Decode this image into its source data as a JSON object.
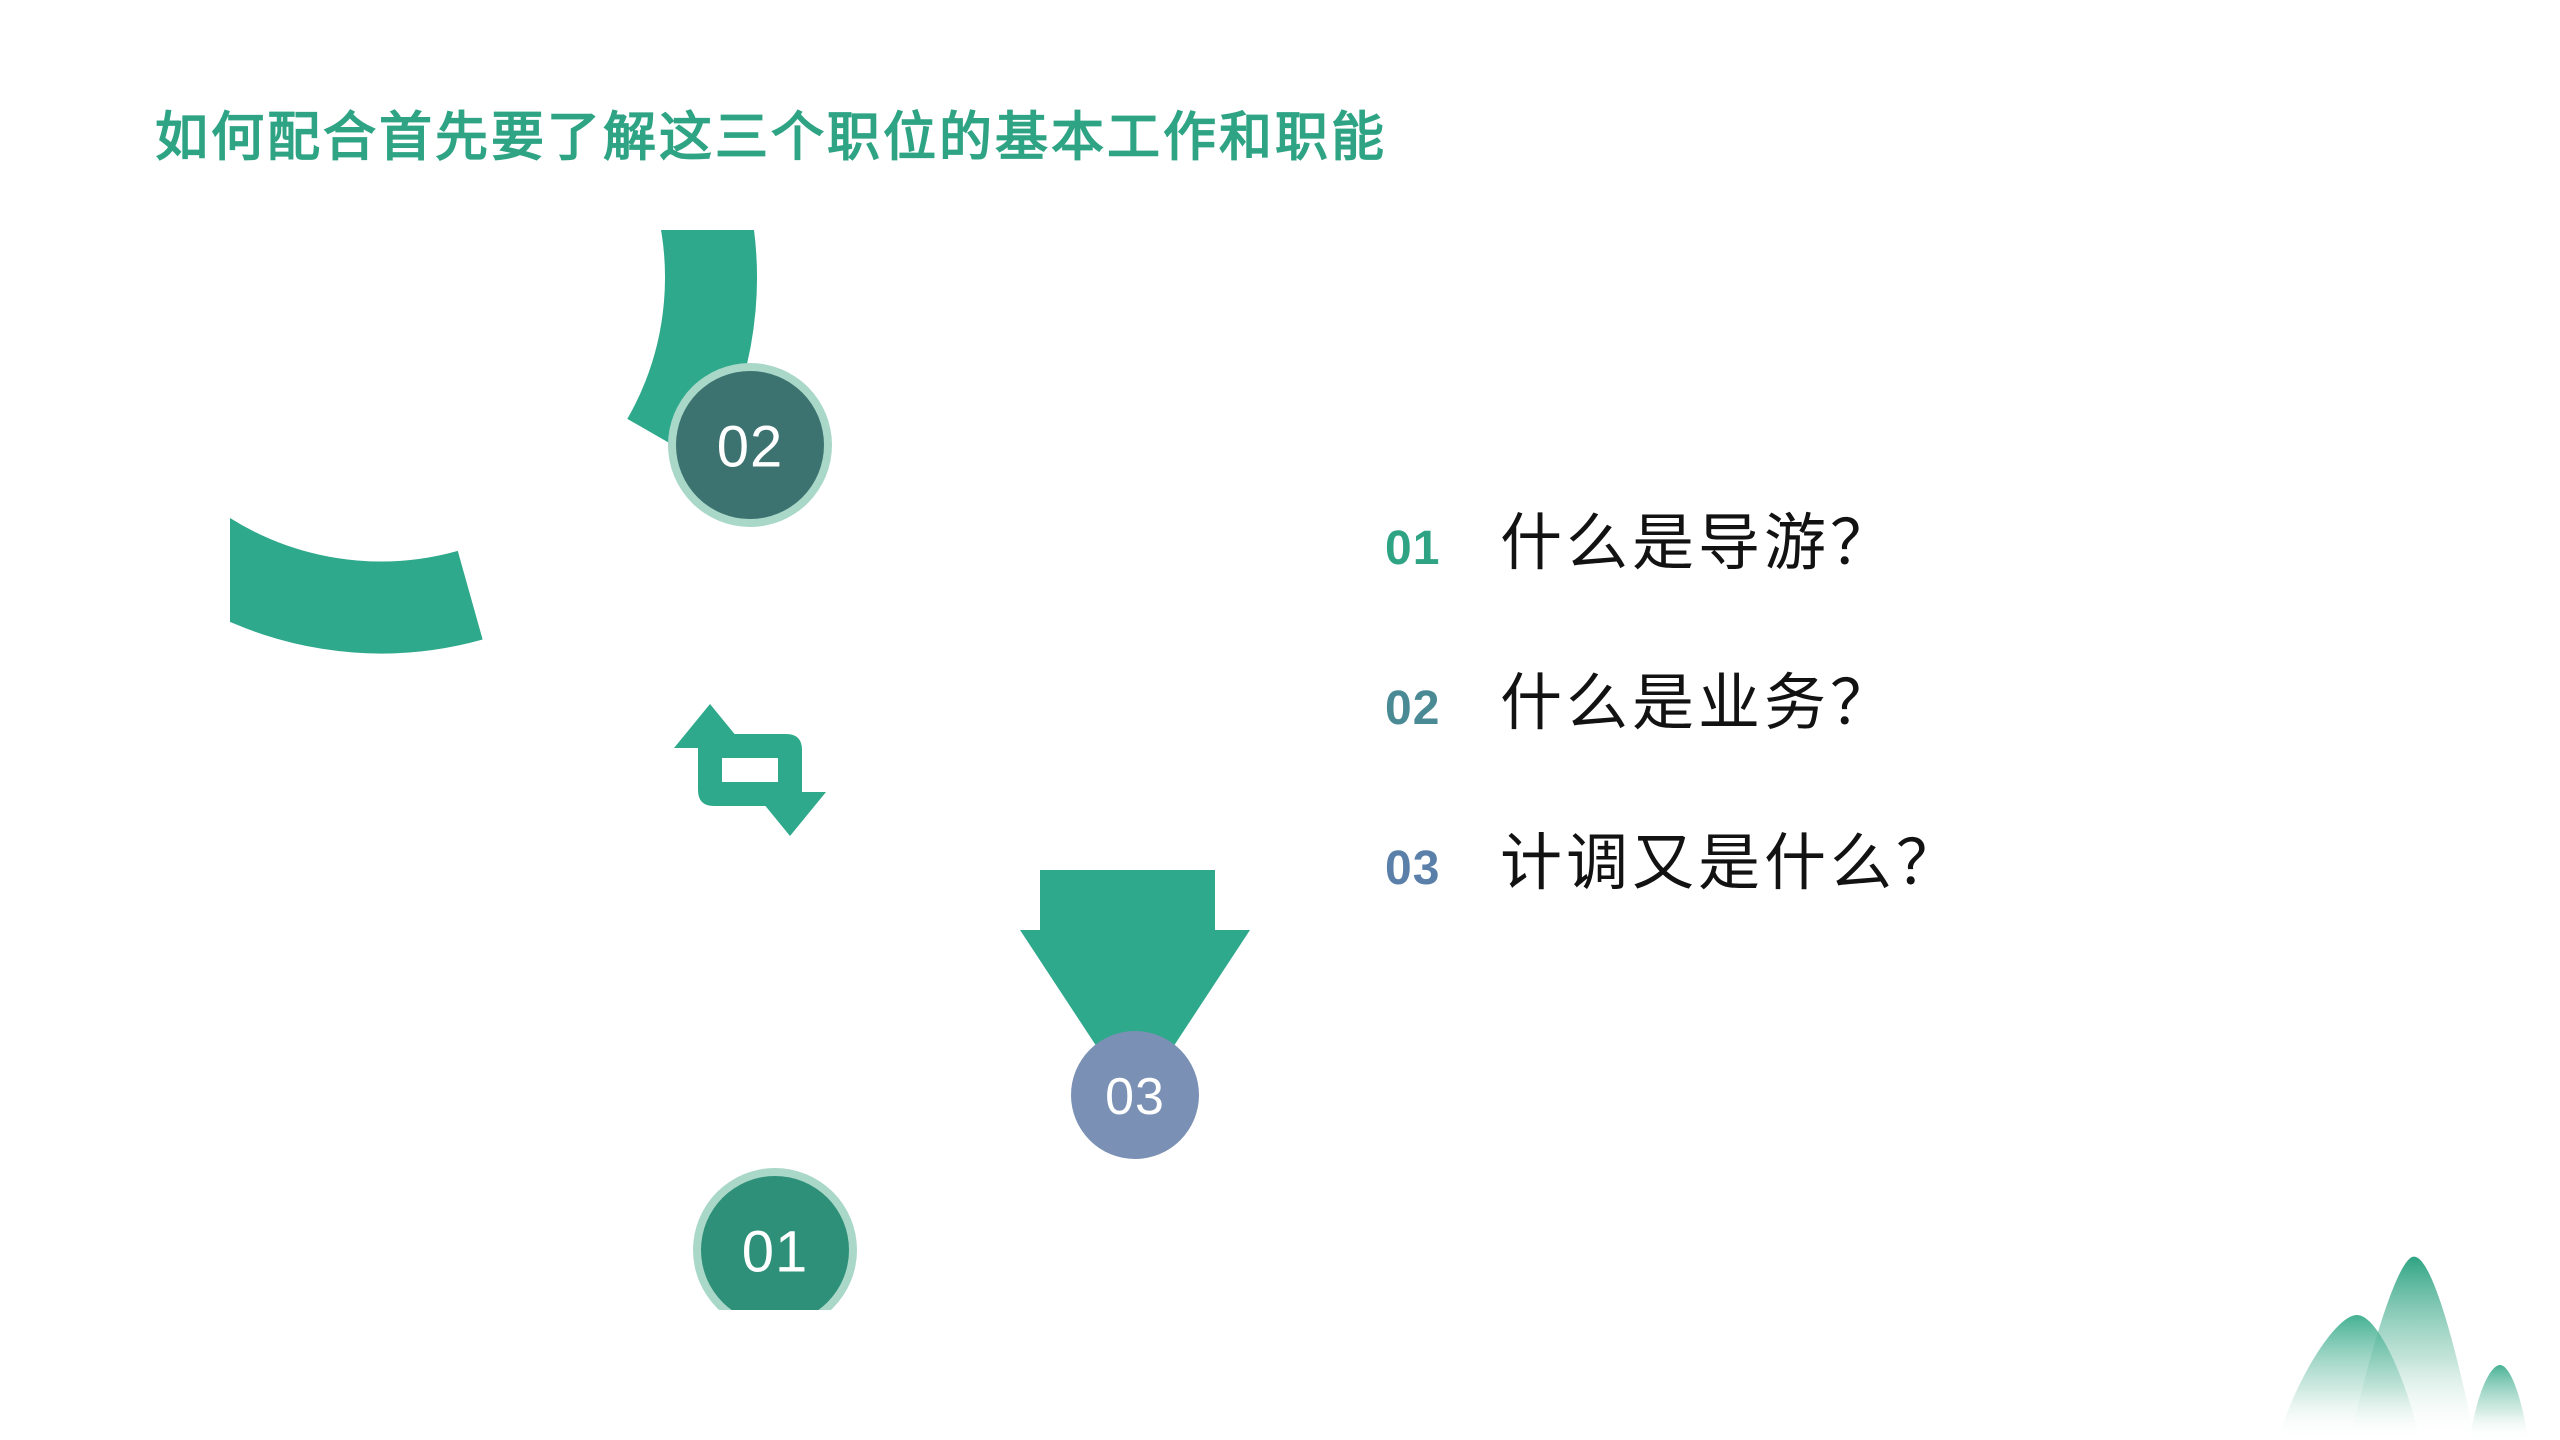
{
  "slide": {
    "title": "如何配合首先要了解这三个职位的基本工作和职能",
    "title_color": "#2FA484",
    "background": "#ffffff"
  },
  "diagram": {
    "type": "cycle-arrow",
    "ring_color": "#2FA98C",
    "center_icon": "repeat-icon",
    "center_icon_color": "#2FA98C",
    "nodes": [
      {
        "label": "01",
        "position": "bottom",
        "fill": "#2E9079",
        "ring": "#A9D7C8",
        "text_color": "#ffffff"
      },
      {
        "label": "02",
        "position": "top",
        "fill": "#3C7370",
        "ring": "#A9D7C8",
        "text_color": "#ffffff"
      },
      {
        "label": "03",
        "position": "right-lower",
        "fill": "#7A90B4",
        "ring": "none",
        "text_color": "#ffffff"
      }
    ]
  },
  "list": {
    "items": [
      {
        "number": "01",
        "number_color": "#2FA484",
        "text": "什么是导游？"
      },
      {
        "number": "02",
        "number_color": "#4A8A94",
        "text": "什么是业务？"
      },
      {
        "number": "03",
        "number_color": "#5A7FA8",
        "text": "计调又是什么？"
      }
    ]
  },
  "decoration": {
    "name": "mountain-graphic",
    "color_top": "#2FA484",
    "color_bottom": "#ffffff"
  }
}
